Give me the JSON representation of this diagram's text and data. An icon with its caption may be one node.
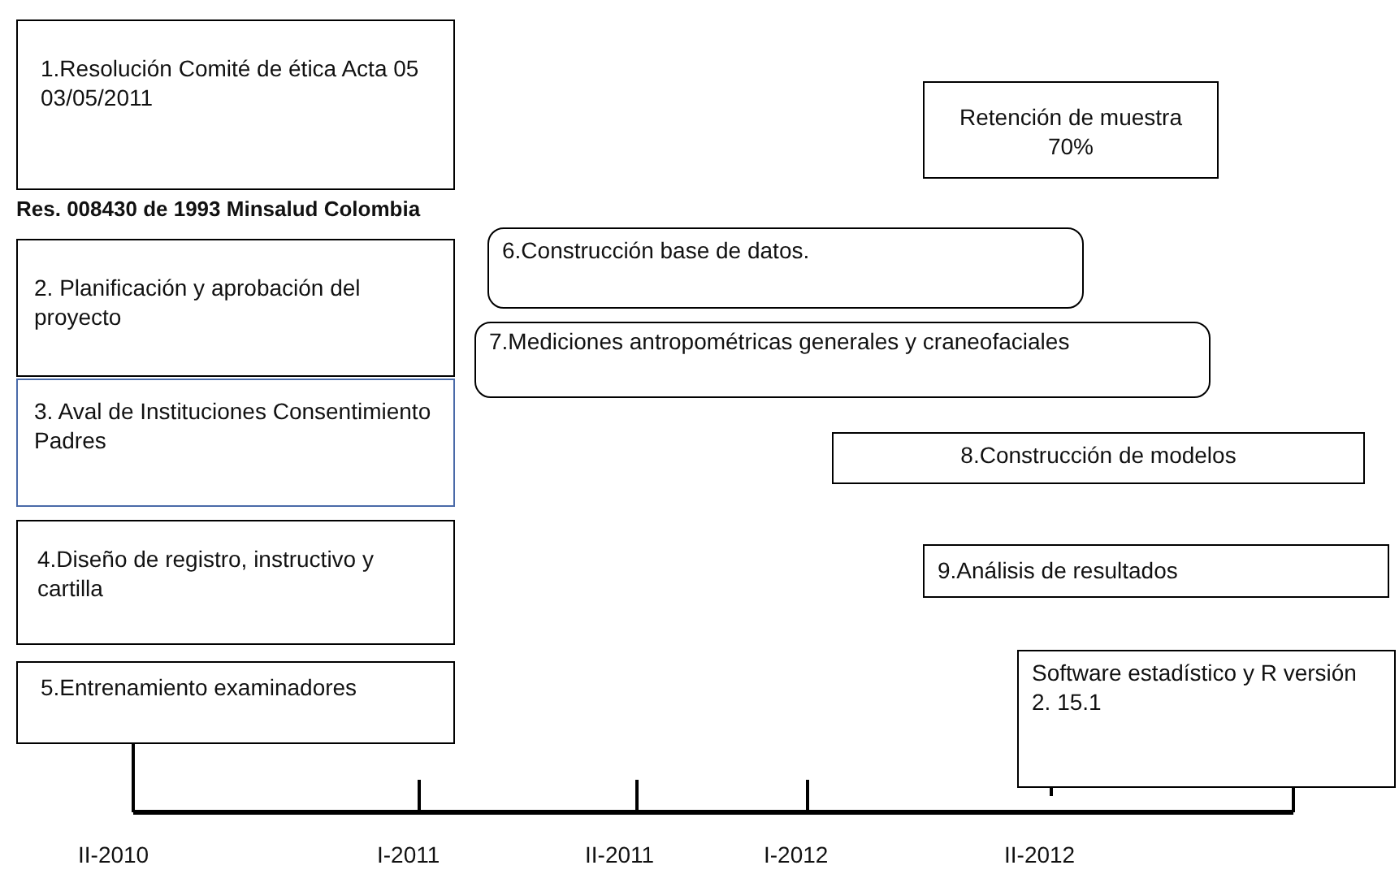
{
  "diagram": {
    "nodes": [
      {
        "text": [
          "1.Resolución Comité de ética Acta 05 03/05/2011"
        ]
      },
      {
        "text": [
          "Retención de muestra 70%"
        ]
      },
      {
        "text": [
          "2. Planificación y aprobación del proyecto"
        ]
      },
      {
        "text": [
          "6.Construcción base de datos."
        ]
      },
      {
        "text": [
          "7.Mediciones antropométricas generales y craneofaciales"
        ]
      },
      {
        "text": [
          "3. Aval de Instituciones Consentimiento Padres"
        ]
      },
      {
        "text": [
          "8.Construcción de modelos"
        ]
      },
      {
        "text": [
          "4.Diseño de registro, instructivo y cartilla"
        ]
      },
      {
        "text": [
          "9.Análisis de resultados"
        ]
      },
      {
        "text": [
          "5.Entrenamiento examinadores"
        ]
      },
      {
        "text": [
          "Software estadístico y R versión 2. 15.1"
        ]
      }
    ],
    "edges": [],
    "labels": [
      "Res. 008430 de 1993 Minsalud Colombia",
      "II-2010",
      "I-2011",
      "II-2011",
      "I-2012",
      "II-2012"
    ]
  }
}
